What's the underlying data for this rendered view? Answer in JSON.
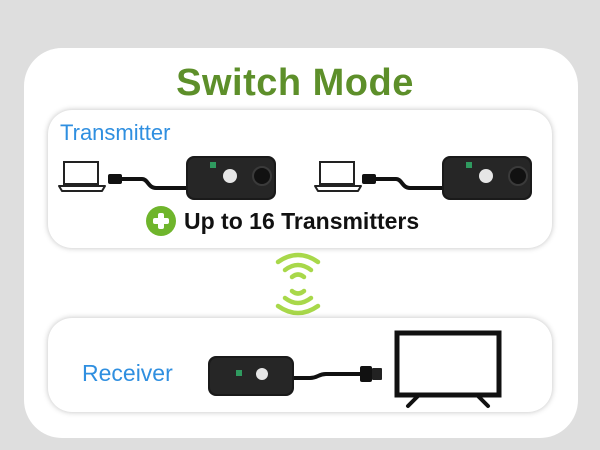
{
  "title": "Switch Mode",
  "transmitter": {
    "label": "Transmitter",
    "note": "Up to 16 Transmitters",
    "devices": [
      {
        "laptop": "laptop-icon",
        "dongle": "transmitter-dongle"
      },
      {
        "laptop": "laptop-icon",
        "dongle": "transmitter-dongle"
      }
    ]
  },
  "receiver": {
    "label": "Receiver",
    "dongle": "receiver-dongle",
    "display": "tv-icon"
  },
  "signal": {
    "icon": "wifi-signal-icon"
  },
  "colors": {
    "title": "#5d8f2a",
    "label": "#2f8fe0",
    "plus": "#6fb52c",
    "wifi": "#a8d84a",
    "background": "#dedede"
  }
}
